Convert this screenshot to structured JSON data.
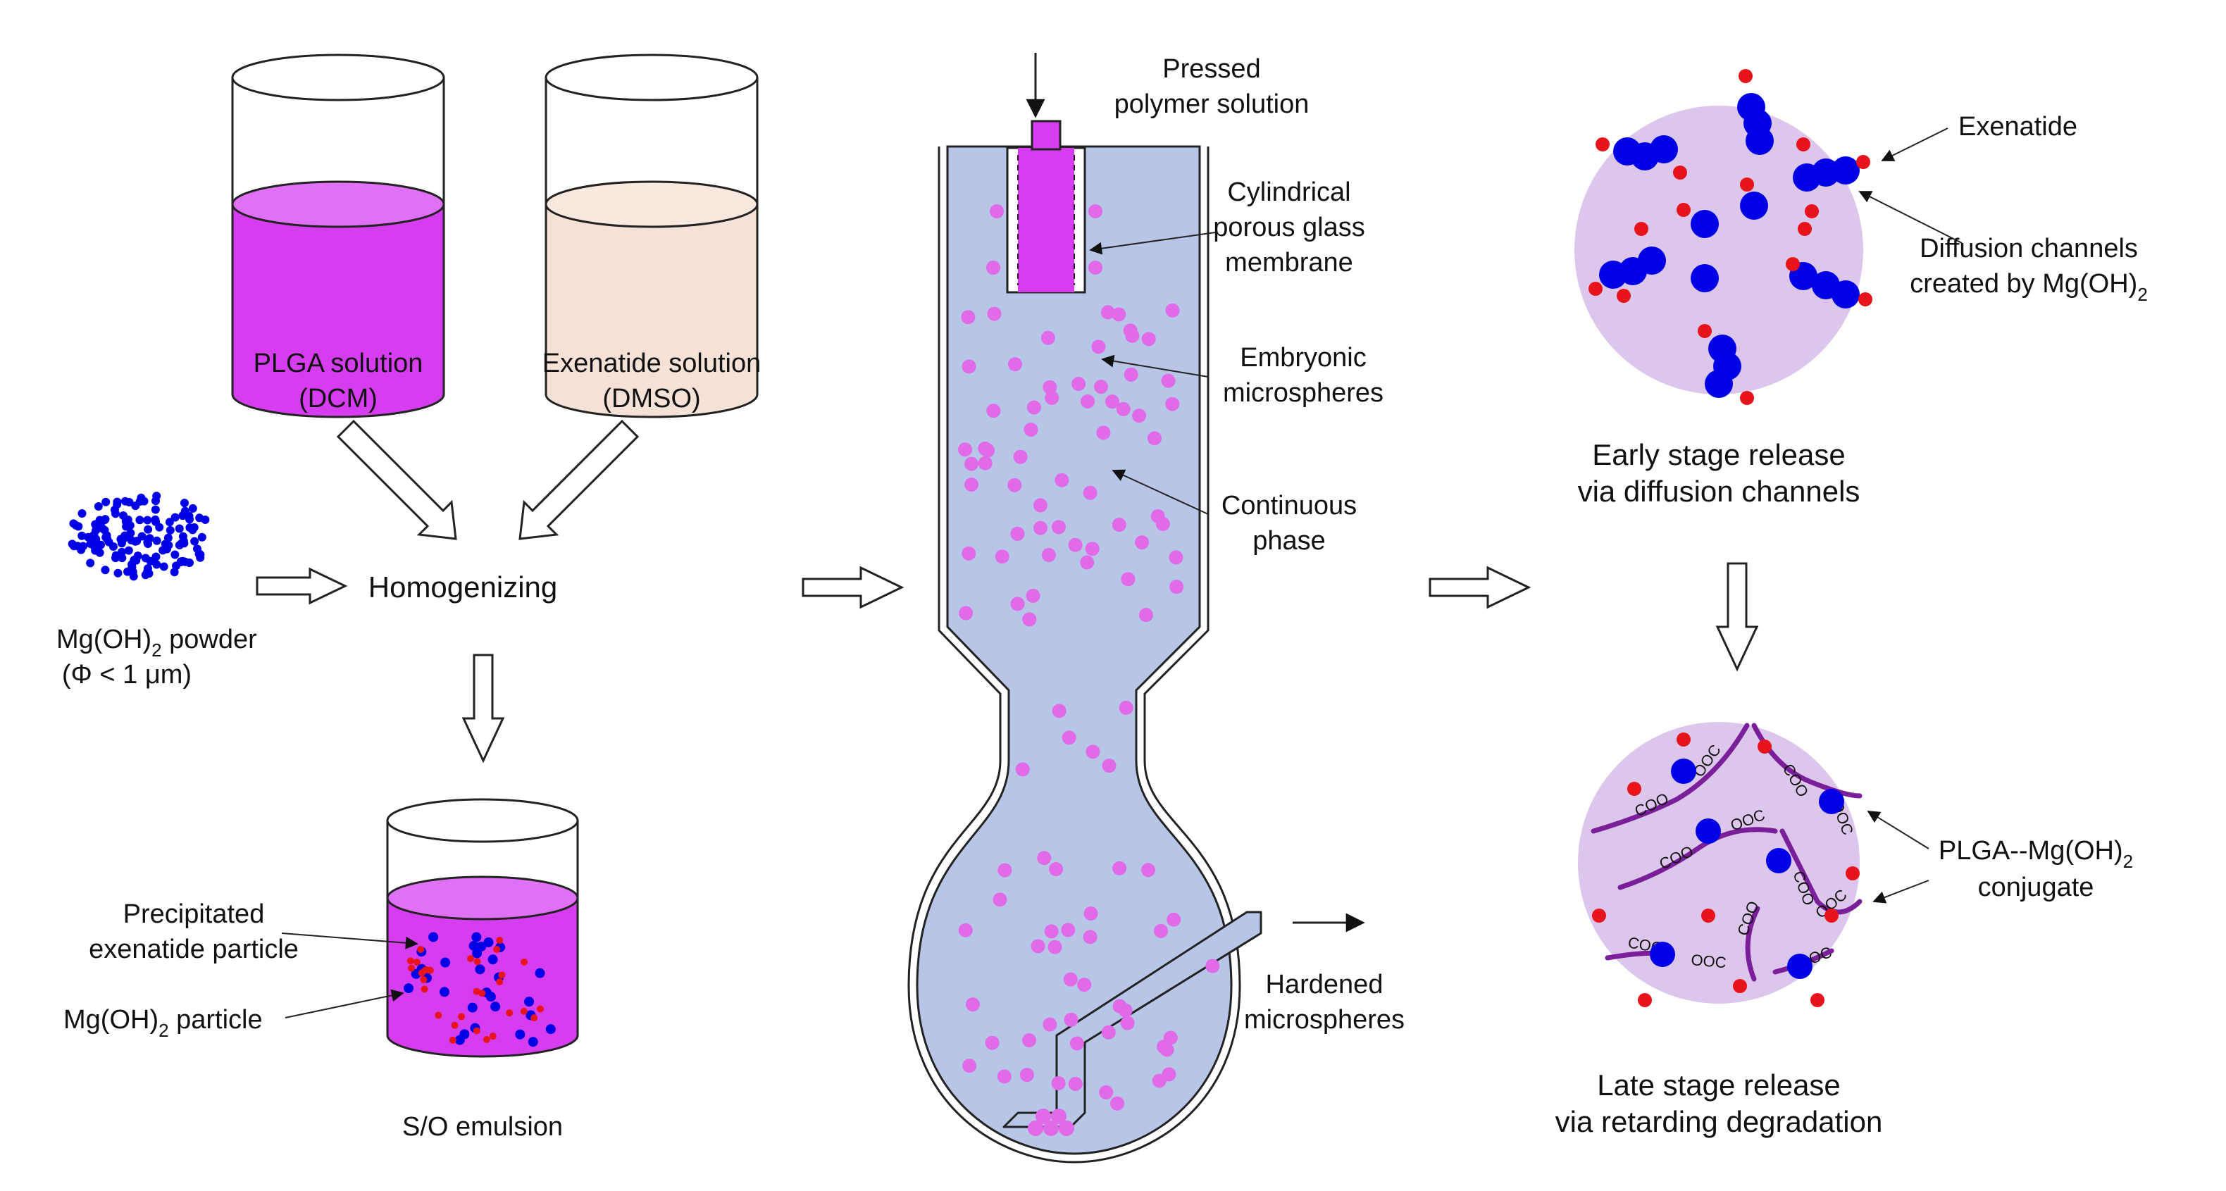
{
  "panel1": {
    "beaker_plga": {
      "line1": "PLGA solution",
      "line2": "(DCM)"
    },
    "beaker_exenatide": {
      "line1": "Exenatide solution",
      "line2": "(DMSO)"
    },
    "powder": {
      "line1_pre": "Mg(OH)",
      "line1_sub": "2",
      "line1_post": " powder",
      "line2": "(Φ < 1 μm)"
    },
    "process": "Homogenizing",
    "emulsion": {
      "callout_precip_line1": "Precipitated",
      "callout_precip_line2": "exenatide particle",
      "callout_mg_pre": "Mg(OH)",
      "callout_mg_sub": "2",
      "callout_mg_post": " particle",
      "caption": "S/O emulsion"
    }
  },
  "panel2": {
    "pressed_line1": "Pressed",
    "pressed_line2": "polymer solution",
    "membrane_line1": "Cylindrical",
    "membrane_line2": "porous glass",
    "membrane_line3": "membrane",
    "embryonic_line1": "Embryonic",
    "embryonic_line2": "microspheres",
    "continuous_line1": "Continuous",
    "continuous_line2": "phase",
    "hardened_line1": "Hardened",
    "hardened_line2": "microspheres"
  },
  "panel3": {
    "exenatide": "Exenatide",
    "channels_line1": "Diffusion channels",
    "channels_line2_pre": "created by Mg(OH)",
    "channels_line2_sub": "2",
    "early_line1": "Early stage release",
    "early_line2": "via diffusion channels",
    "conjugate_line1_pre": "PLGA--Mg(OH)",
    "conjugate_line1_sub": "2",
    "conjugate_line2": "conjugate",
    "late_line1": "Late stage release",
    "late_line2": "via retarding degradation",
    "coo": "COO",
    "ooc": "OOC"
  },
  "colors": {
    "plga": "#d63df0",
    "exenatide_solution": "#f6e1d6",
    "mg_particle": "#0000e6",
    "exenatide_particle": "#e8141c",
    "continuous_phase": "#b7c5e6",
    "microsphere": "#e06ae8",
    "release_sphere": "#dcc6ec",
    "polymer_chain": "#7a1e9a"
  }
}
